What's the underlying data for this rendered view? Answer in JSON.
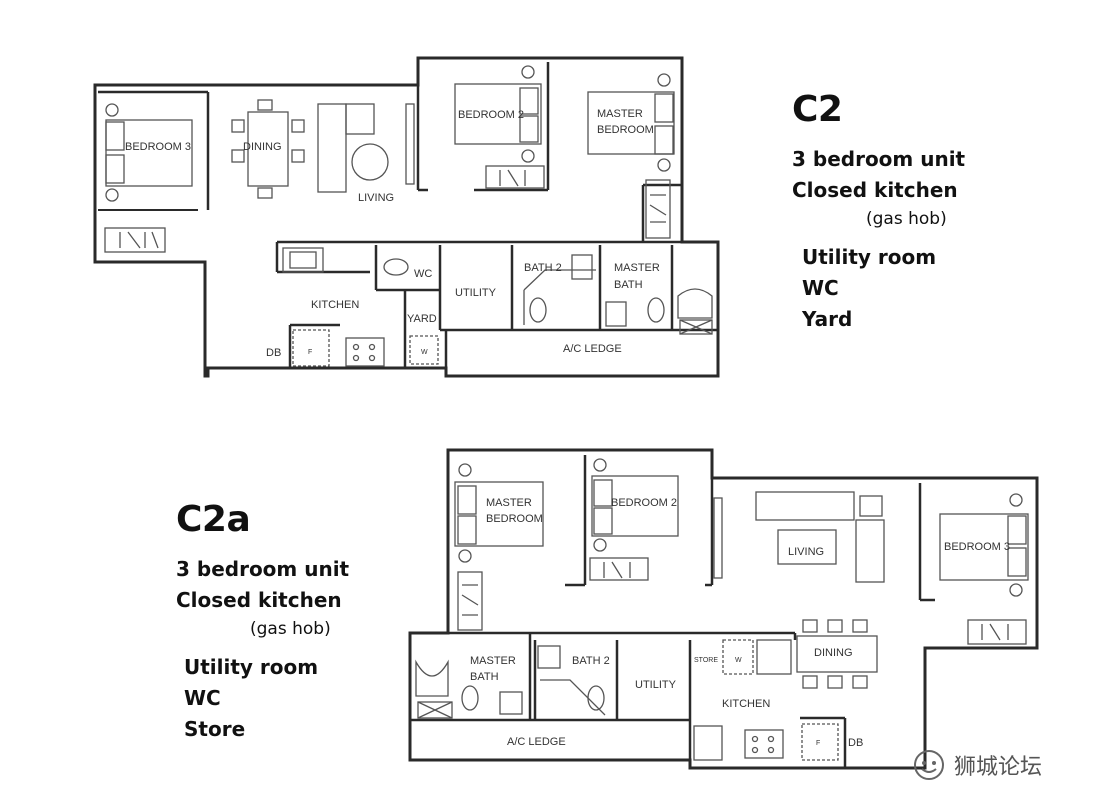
{
  "plans": [
    {
      "title": "C2",
      "desc1": "3 bedroom unit",
      "desc2": "Closed kitchen",
      "desc3": "(gas hob)",
      "features": [
        "Utility room",
        "WC",
        "Yard"
      ],
      "rooms": {
        "bedroom3": "BEDROOM 3",
        "dining": "DINING",
        "living": "LIVING",
        "bedroom2": "BEDROOM 2",
        "master_1": "MASTER",
        "master_2": "BEDROOM",
        "kitchen": "KITCHEN",
        "wc": "WC",
        "yard": "YARD",
        "utility": "UTILITY",
        "bath2": "BATH 2",
        "masterbath_1": "MASTER",
        "masterbath_2": "BATH",
        "ac_ledge": "A/C LEDGE",
        "db": "DB",
        "fridge": "F",
        "washer": "W"
      }
    },
    {
      "title": "C2a",
      "desc1": "3 bedroom unit",
      "desc2": "Closed kitchen",
      "desc3": "(gas hob)",
      "features": [
        "Utility room",
        "WC",
        "Store"
      ],
      "rooms": {
        "master_1": "MASTER",
        "master_2": "BEDROOM",
        "bedroom2": "BEDROOM 2",
        "living": "LIVING",
        "bedroom3": "BEDROOM 3",
        "masterbath_1": "MASTER",
        "masterbath_2": "BATH",
        "bath2": "BATH 2",
        "utility": "UTILITY",
        "store": "STORE",
        "washer": "W",
        "dining": "DINING",
        "kitchen": "KITCHEN",
        "ac_ledge": "A/C LEDGE",
        "fridge": "F",
        "db": "DB"
      }
    }
  ],
  "watermark": {
    "text": "狮城论坛",
    "icon": "wechat-channel-icon"
  },
  "colors": {
    "wall": "#2a2a2a",
    "ink": "#111111"
  }
}
